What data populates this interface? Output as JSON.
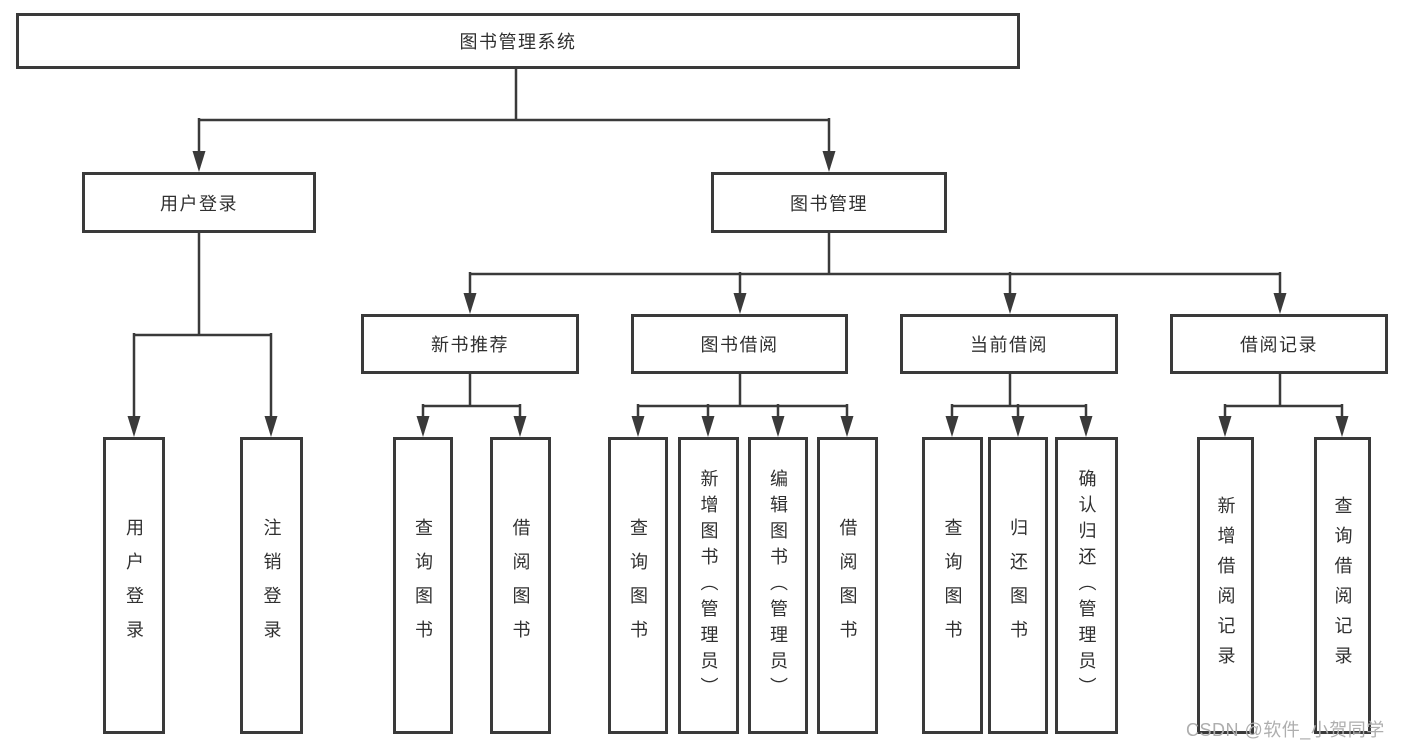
{
  "diagram": {
    "root": {
      "label": "图书管理系统"
    },
    "level2": [
      {
        "label": "用户登录"
      },
      {
        "label": "图书管理"
      }
    ],
    "level3": [
      {
        "label": "新书推荐"
      },
      {
        "label": "图书借阅"
      },
      {
        "label": "当前借阅"
      },
      {
        "label": "借阅记录"
      }
    ],
    "leaves": {
      "user_login": [
        "用户登录",
        "注销登录"
      ],
      "new_book_recommend": [
        "查询图书",
        "借阅图书"
      ],
      "book_borrow": [
        "查询图书",
        "新增图书（管理员）",
        "编辑图书（管理员）",
        "借阅图书"
      ],
      "current_borrow": [
        "查询图书",
        "归还图书",
        "确认归还（管理员）"
      ],
      "borrow_records": [
        "新增借阅记录",
        "查询借阅记录"
      ]
    },
    "watermark": "CSDN @软件_小贺同学",
    "colors": {
      "line": "#3a3a3a",
      "text": "#303030",
      "watermark": "#aeaeae",
      "background": "#ffffff"
    }
  }
}
